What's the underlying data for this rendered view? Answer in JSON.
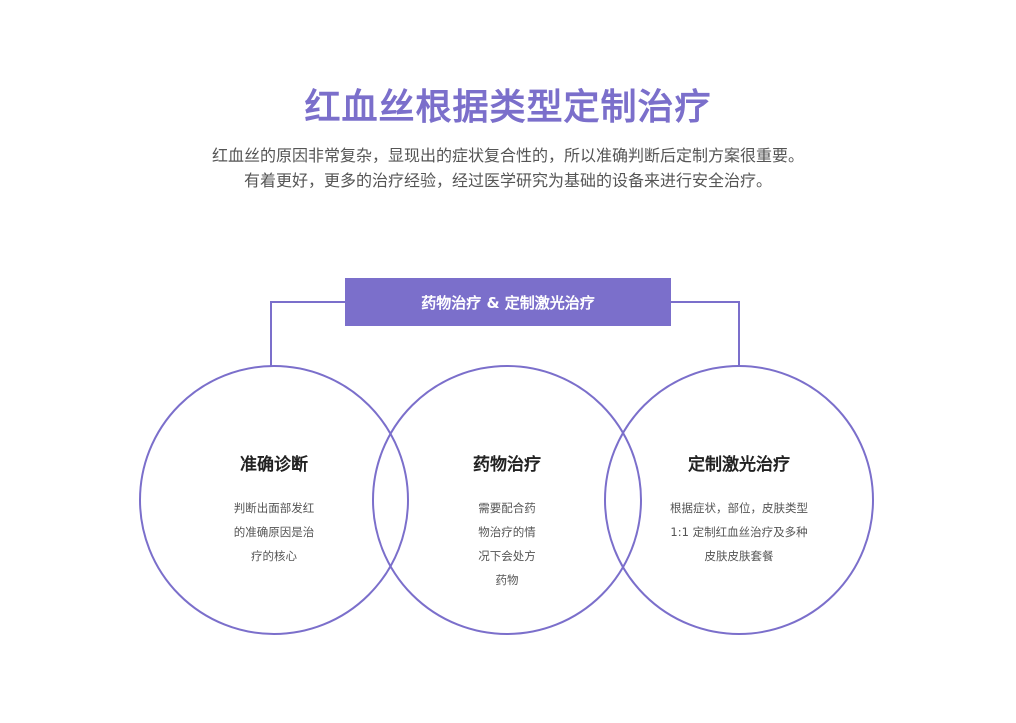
{
  "title": "红血丝根据类型定制治疗",
  "subtitle": {
    "line1": "红血丝的原因非常复杂，显现出的症状复合性的，所以准确判断后定制方案很重要。",
    "line2": "有着更好，更多的治疗经验，经过医学研究为基础的设备来进行安全治疗。"
  },
  "banner": {
    "label": "药物治疗 & 定制激光治疗"
  },
  "colors": {
    "accent": "#7b6fcb"
  },
  "circles": [
    {
      "title": "准确诊断",
      "lines": [
        "判断出面部发红",
        "的准确原因是治",
        "疗的核心"
      ]
    },
    {
      "title": "药物治疗",
      "lines": [
        "需要配合药",
        "物治疗的情",
        "况下会处方",
        "药物"
      ]
    },
    {
      "title": "定制激光治疗",
      "lines": [
        "根据症状，部位，皮肤类型",
        "1:1 定制红血丝治疗及多种",
        "皮肤皮肤套餐"
      ]
    }
  ]
}
